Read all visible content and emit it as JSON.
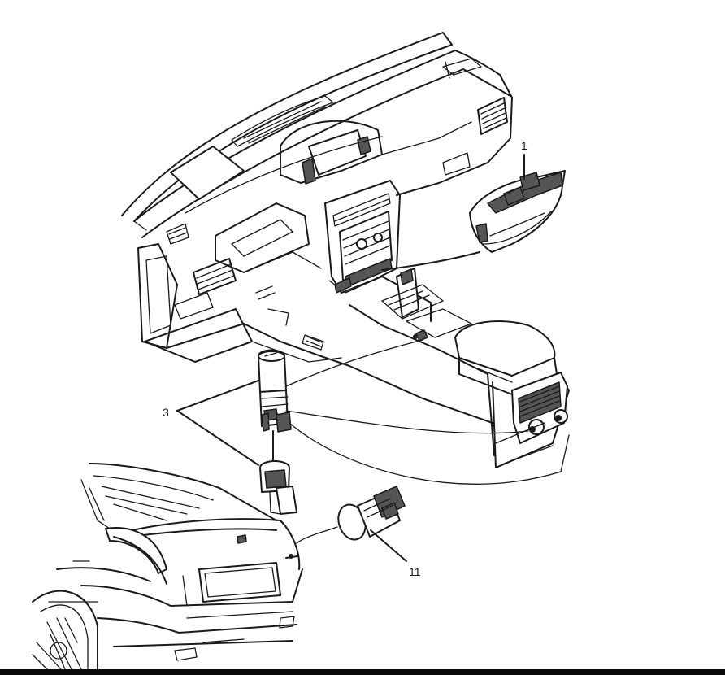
{
  "callouts": [
    {
      "id": "1",
      "label": "1"
    },
    {
      "id": "3",
      "label": "3"
    },
    {
      "id": "11",
      "label": "11"
    }
  ],
  "colors": {
    "line": "#1a1a1a",
    "background": "#ffffff",
    "bottom_bar": "#0a0a0a"
  }
}
